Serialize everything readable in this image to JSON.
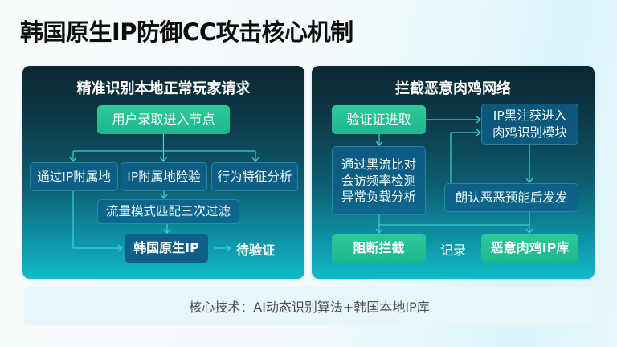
{
  "title": "韩国原生IP防御CC攻击核心机制",
  "colors": {
    "panel_top": "#0a2630",
    "panel_bottom": "#12b9c8",
    "green_node": "#2ec99a",
    "blue_node": "#0e608c",
    "connector": "#3fd0d8",
    "footer_bg": "#e8f5f9"
  },
  "left_panel": {
    "title": "精准识别本地正常玩家请求",
    "entry_node": "用户录取进入节点",
    "checks": [
      "通过IP附属地",
      "IP附属地险验",
      "行为特征分析"
    ],
    "filter_node": "流量模式匹配三次过滤",
    "result_node": "韩国原生IP",
    "arrow": "→",
    "result_label": "待验证"
  },
  "right_panel": {
    "title": "拦截恶意肉鸡网络",
    "entry_node": "验证证进取",
    "module_node": [
      "IP黑注获进入",
      "肉鸡识别模块"
    ],
    "analysis_node": [
      "通过黑流比对",
      "会访频率检测",
      "异常负载分析"
    ],
    "confirm_node": "朗认恶恶预能后发发",
    "block_node": "阻断拦截",
    "record_label": "记录",
    "library_node": "恶意肉鸡IP库"
  },
  "footer": {
    "text": "核心技术：AI动态识别算法+韩国本地IP库"
  }
}
